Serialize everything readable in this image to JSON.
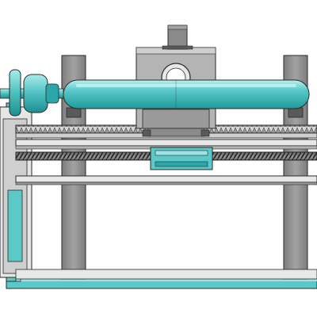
{
  "drawing": {
    "colors": {
      "outline": "#2a2a2a",
      "teal": "#5cc9c9",
      "teal_dark": "#2aa7a8",
      "teal_light": "#9de3e3",
      "gray_post": "#8a8a8a",
      "gray_post_light": "#a4a4a4",
      "gray_block": "#9a9a9a",
      "gray_block_light": "#b4b4b4",
      "gray_dark": "#5a5a5a",
      "rail_light": "#e8e8e8",
      "screw_dark": "#444444",
      "background": "#ffffff"
    },
    "components": [
      "base-frame",
      "left-post",
      "right-post",
      "left-end-housing",
      "carriage-block",
      "motor",
      "spindle-tube",
      "chuck",
      "rack-gear",
      "lead-screw",
      "linear-rails",
      "bottom-crossbar"
    ]
  }
}
